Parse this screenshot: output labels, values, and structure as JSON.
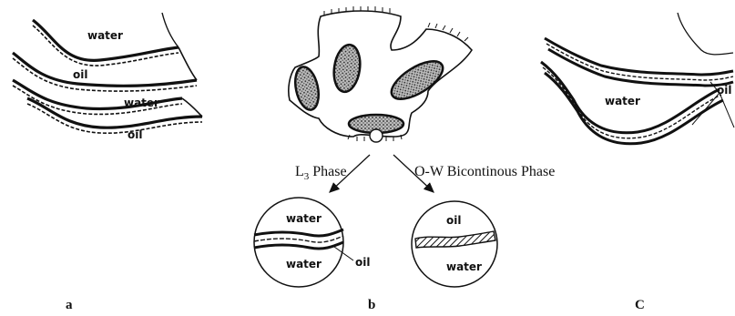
{
  "panels": {
    "a": {
      "label": "a",
      "texts": [
        "water",
        "oil",
        "water",
        "oil"
      ]
    },
    "b": {
      "label": "b",
      "left_arrow_label_main": "L",
      "left_arrow_label_sub": "3",
      "left_arrow_label_rest": " Phase",
      "right_arrow_label": "O-W Bicontinous Phase",
      "circle_left": {
        "top": "water",
        "bottom": "water",
        "pointer": "oil"
      },
      "circle_right": {
        "top": "oil",
        "bottom": "water"
      }
    },
    "c": {
      "label": "C",
      "texts": [
        "water",
        "oil"
      ]
    }
  }
}
